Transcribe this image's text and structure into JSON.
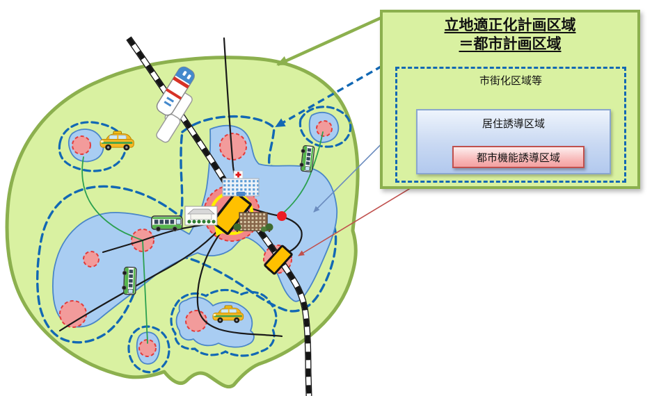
{
  "legend": {
    "title_line1": "立地適正化計画区域",
    "title_line2": "＝都市計画区域",
    "boxes": {
      "urbanization": "市街化区域等",
      "residential": "居住誘導区域",
      "urban_function": "都市機能誘導区域"
    }
  },
  "colors": {
    "plan_area_fill": "#d9f1a1",
    "plan_area_border": "#8cb04e",
    "urbanization_dash": "#1268b4",
    "residential_fill": "#a9cdf2",
    "residential_border": "#4a86c8",
    "urban_function_fill": "#f29b9b",
    "urban_function_border": "#e23b3b",
    "station_fill": "#ffc000",
    "station_ring": "#ffee00",
    "railway": "#151515",
    "road": "#1a1a1a",
    "local_road": "#2ba050",
    "red_dot": "#ec1c24",
    "legend_residential_border": "#8aa6cf",
    "legend_urban_function_border": "#c0504d"
  },
  "map_icons": [
    "train-icon",
    "hospital-icon",
    "school-icon",
    "office-building-icon",
    "bus-icon",
    "taxi-icon",
    "station-icon",
    "rotation-arrow-icon"
  ]
}
